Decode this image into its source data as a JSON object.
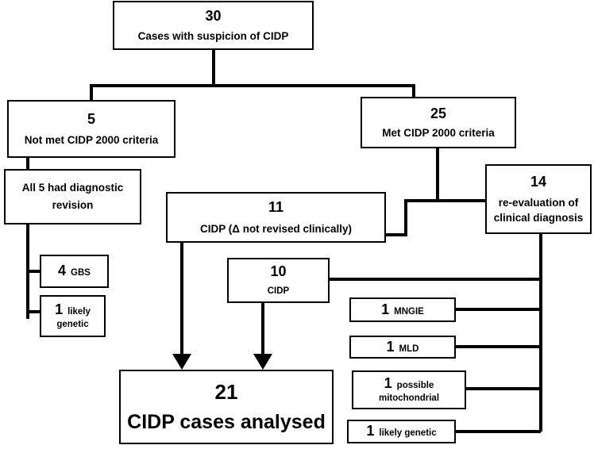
{
  "boxes": {
    "root": {
      "count": "30",
      "label": "Cases with suspicion of CIDP"
    },
    "not_met": {
      "count": "5",
      "label": "Not met CIDP 2000 criteria"
    },
    "met": {
      "count": "25",
      "label": "Met CIDP 2000 criteria"
    },
    "all5": {
      "line1": "All 5 had diagnostic",
      "line2": "revision"
    },
    "cidp11": {
      "count": "11",
      "label": "CIDP (Δ not revised clinically)"
    },
    "reeval": {
      "count": "14",
      "line1": "re-evaluation of",
      "line2": "clinical diagnosis"
    },
    "gbs": {
      "count": "4",
      "label": "GBS"
    },
    "likely_genetic_left": {
      "count": "1",
      "line1": "likely",
      "line2": "genetic"
    },
    "cidp10": {
      "count": "10",
      "label": "CIDP"
    },
    "mngie": {
      "count": "1",
      "label": "MNGIE"
    },
    "mld": {
      "count": "1",
      "label": "MLD"
    },
    "mito": {
      "count": "1",
      "line1": "possible",
      "line2": "mitochondrial"
    },
    "likely_genetic_right": {
      "count": "1",
      "label": "likely genetic"
    },
    "final": {
      "count": "21",
      "label": "CIDP cases analysed"
    }
  }
}
